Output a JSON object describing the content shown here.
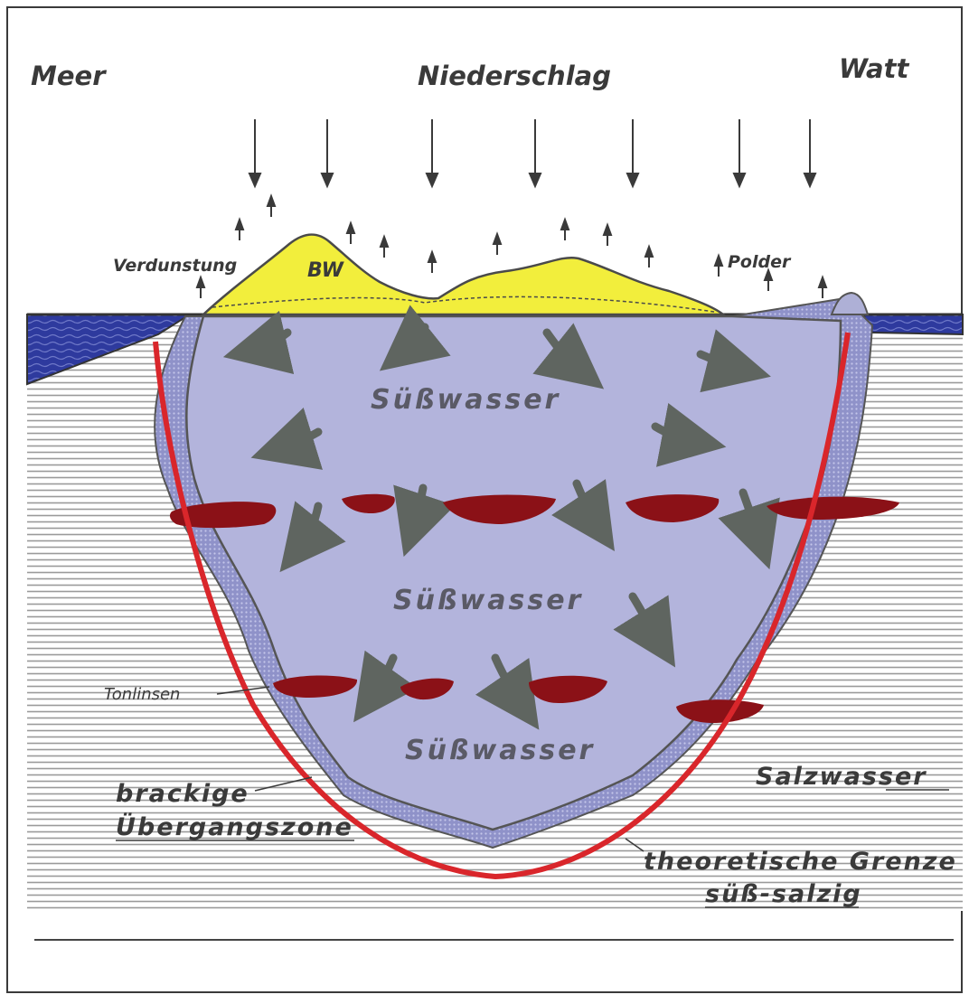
{
  "labels": {
    "meer": "Meer",
    "niederschlag": "Niederschlag",
    "watt": "Watt",
    "verdunstung": "Verdunstung",
    "bw": "BW",
    "polder": "Polder",
    "suesswasser_1": "Süßwasser",
    "suesswasser_2": "Süßwasser",
    "suesswasser_3": "Süßwasser",
    "tonlinsen": "Tonlinsen",
    "brackige": "brackige",
    "uebergangszone": "Übergangszone",
    "salzwasser": "Salzwasser",
    "theoretische_grenze": "theoretische Grenze",
    "suess_salzig": "süß-salzig"
  },
  "colors": {
    "sea": "#2e3a9e",
    "freshwater": "#b3b4dc",
    "transition_zone": "#8f92c9",
    "dune": "#f2ee3c",
    "clay_lens": "#8b1117",
    "theoretical_boundary": "#d9262b",
    "flow_arrow": "#5f6560",
    "salt_water_lines": "#9a9a9a"
  }
}
